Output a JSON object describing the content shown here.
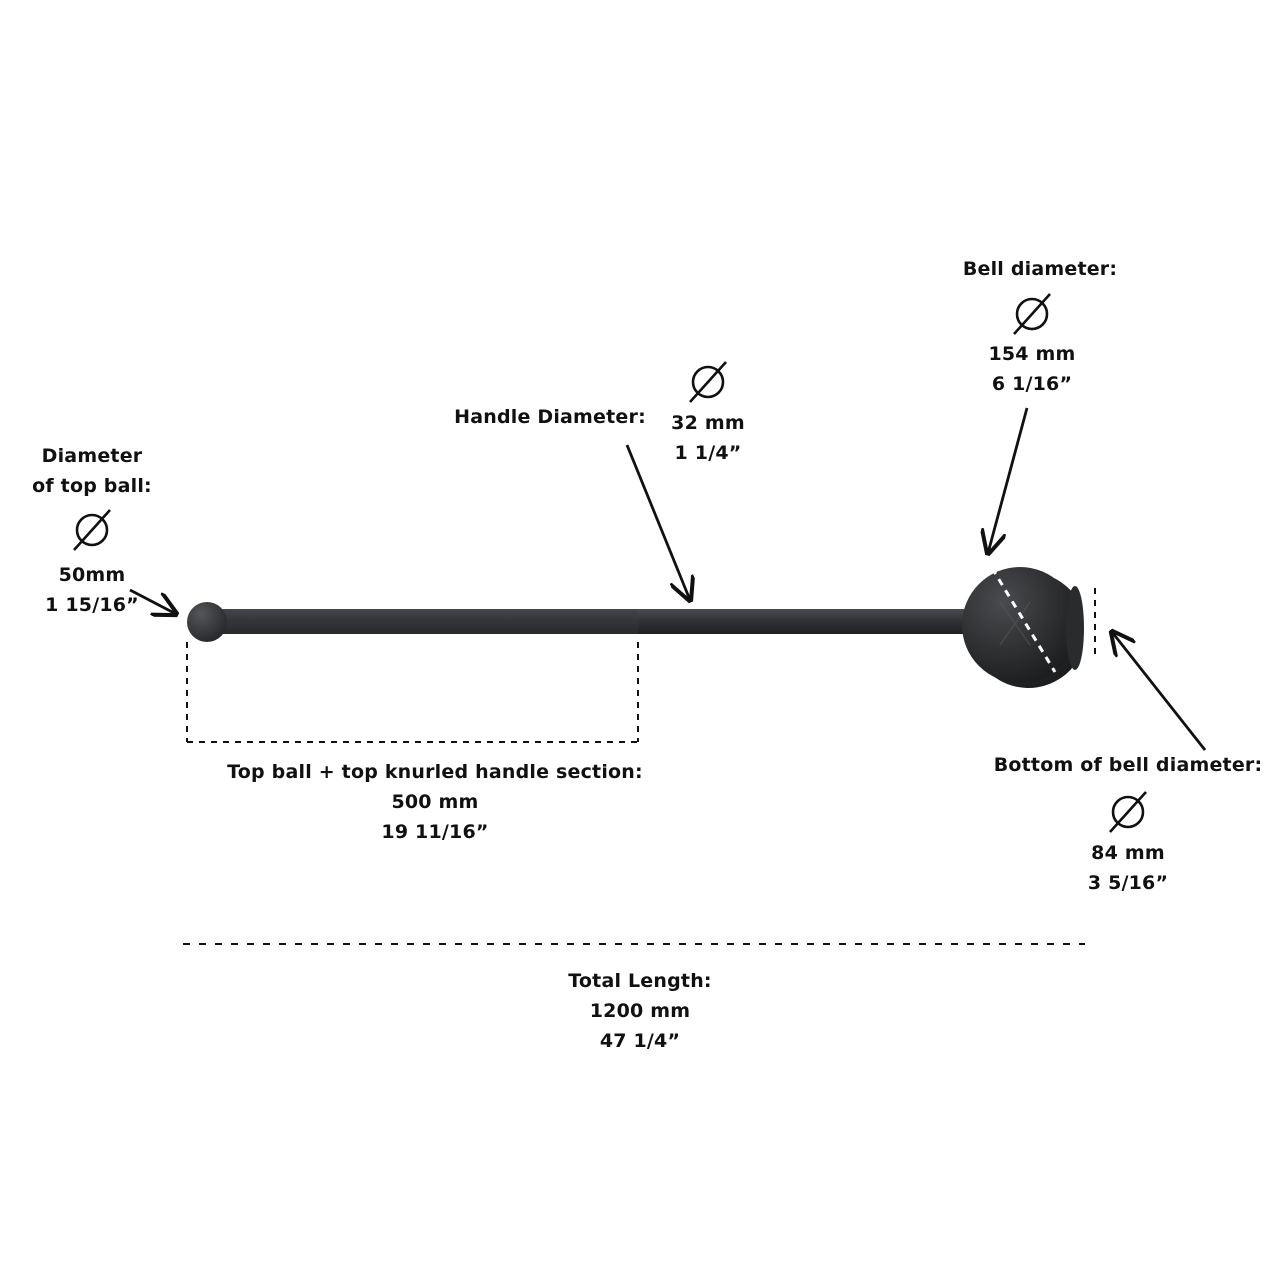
{
  "top_ball": {
    "title_line1": "Diameter",
    "title_line2": "of top ball:",
    "metric": "50mm",
    "imperial": "1 15/16”"
  },
  "handle": {
    "title": "Handle Diameter:",
    "metric": "32 mm",
    "imperial": "1 1/4”"
  },
  "bell": {
    "title": "Bell diameter:",
    "metric": "154 mm",
    "imperial": "6 1/16”"
  },
  "bell_bottom": {
    "title": "Bottom of bell diameter:",
    "metric": "84 mm",
    "imperial": "3 5/16”"
  },
  "knurled_section": {
    "title": "Top ball + top knurled handle section:",
    "metric": "500 mm",
    "imperial": "19 11/16”"
  },
  "total_length": {
    "title": "Total Length:",
    "metric": "1200 mm",
    "imperial": "47 1/4”"
  },
  "icons": {
    "diameter": "diameter-symbol-icon",
    "arrow": "arrow-icon"
  },
  "colors": {
    "ink": "#111111",
    "mace_body": "#2e2f31",
    "mace_highlight": "#4a4b4e",
    "background": "#ffffff"
  }
}
